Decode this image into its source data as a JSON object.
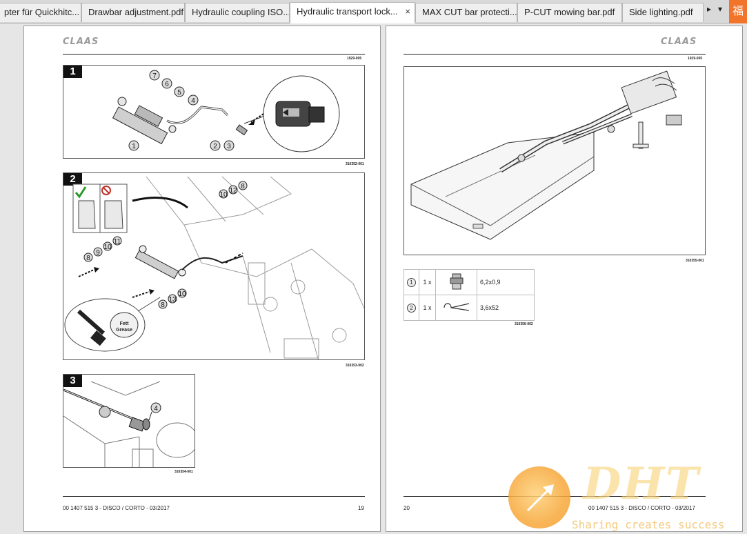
{
  "tabs": [
    {
      "label": "pter für Quickhitc...",
      "active": false
    },
    {
      "label": "Drawbar adjustment.pdf",
      "active": false
    },
    {
      "label": "Hydraulic coupling ISO...",
      "active": false
    },
    {
      "label": "Hydraulic transport lock...",
      "active": true
    },
    {
      "label": "MAX CUT bar protecti...",
      "active": false
    },
    {
      "label": "P-CUT mowing bar.pdf",
      "active": false
    },
    {
      "label": "Side lighting.pdf",
      "active": false
    }
  ],
  "tab_close_glyph": "×",
  "tab_scroll_glyph": "▸",
  "tab_menu_glyph": "▾",
  "corner_badge": "福",
  "left_page": {
    "logo": "CLAAS",
    "doc_code": "1929-005",
    "figures": [
      {
        "number": "1",
        "code": "310352-001",
        "callouts": [
          "7",
          "6",
          "5",
          "4",
          "1",
          "2",
          "3"
        ]
      },
      {
        "number": "2",
        "code": "310353-002",
        "callouts": [
          "8",
          "12",
          "10",
          "8",
          "9",
          "10",
          "11",
          "8",
          "13",
          "10"
        ],
        "grease_label_1": "Fett",
        "grease_label_2": "Grease"
      },
      {
        "number": "3",
        "code": "310354-001",
        "callouts": [
          "4"
        ]
      }
    ],
    "footer": "00 1407 515 3 - DISCO / CORTO - 03/2017",
    "page_number": "19"
  },
  "right_page": {
    "logo": "CLAAS",
    "doc_code": "1929-005",
    "figure_code": "310355-001",
    "parts": [
      {
        "no": "1",
        "qty": "1 x",
        "size": "6,2x0,9"
      },
      {
        "no": "2",
        "qty": "1 x",
        "size": "3,6x52"
      }
    ],
    "parts_code": "310356-002",
    "footer": "00 1407 515 3 - DISCO / CORTO - 03/2017",
    "page_number": "20"
  },
  "watermark": {
    "brand": "DHT",
    "slogan": "Sharing creates success"
  }
}
